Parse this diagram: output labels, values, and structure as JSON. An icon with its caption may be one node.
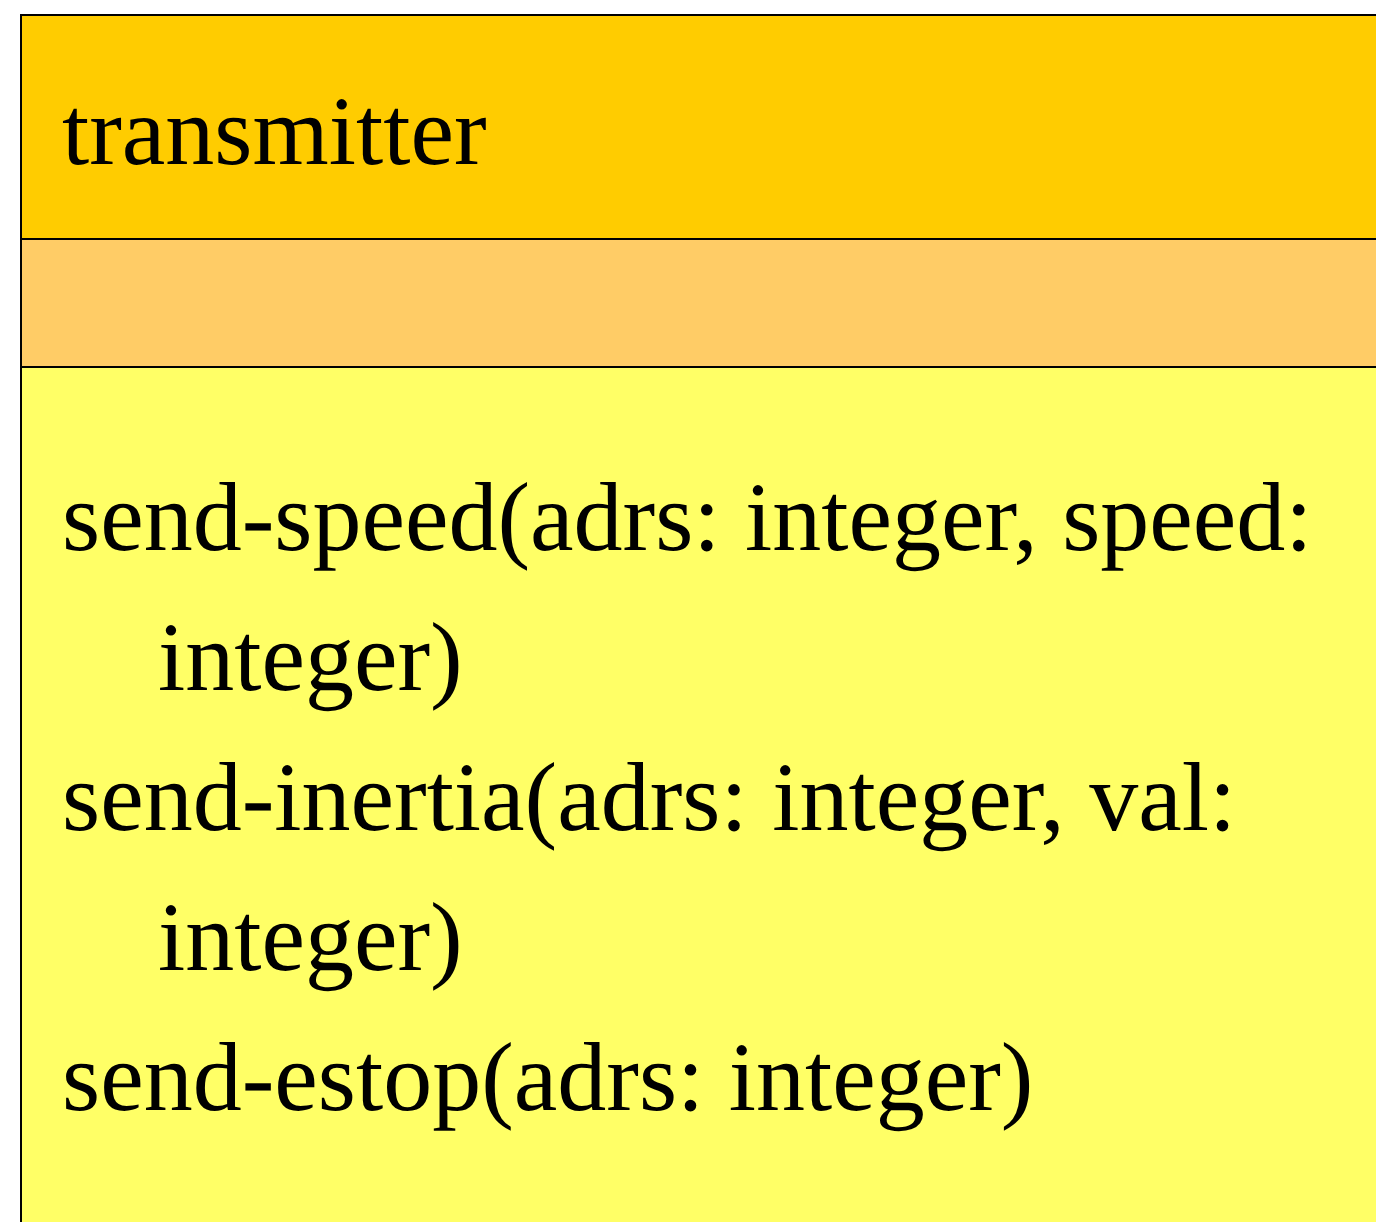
{
  "diagram": {
    "nodes": [
      {
        "text": [
          "transmitter",
          "send-speed(adrs: integer, speed: integer)",
          "send-inertia(adrs: integer, val: integer)",
          "send-estop(adrs: integer)"
        ]
      }
    ]
  }
}
